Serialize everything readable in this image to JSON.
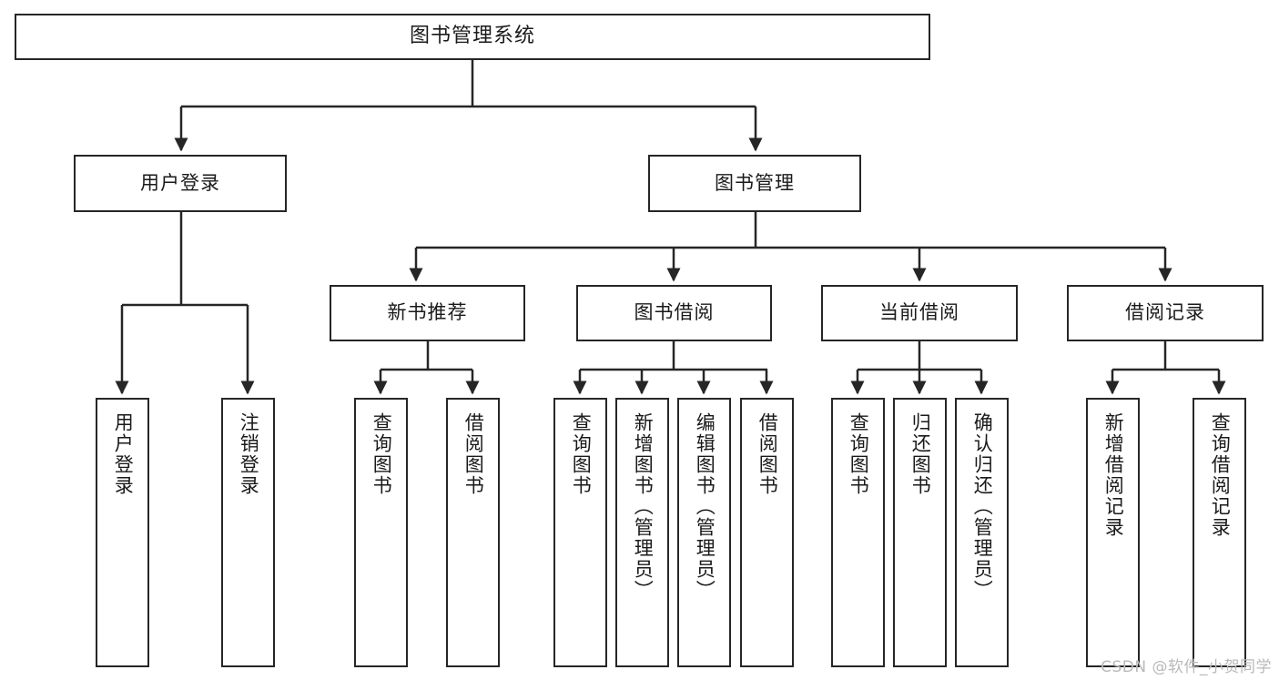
{
  "diagram": {
    "title": "图书管理系统",
    "watermark": "CSDN @软件_小贺同学",
    "type": "tree-hierarchy-diagram",
    "root": {
      "label": "图书管理系统"
    },
    "level1": [
      {
        "label": "用户登录"
      },
      {
        "label": "图书管理"
      }
    ],
    "level2": [
      {
        "label": "新书推荐"
      },
      {
        "label": "图书借阅"
      },
      {
        "label": "当前借阅"
      },
      {
        "label": "借阅记录"
      }
    ],
    "leaves": {
      "user_login": [
        {
          "label": "用户登录"
        },
        {
          "label": "注销登录"
        }
      ],
      "new_book": [
        {
          "label": "查询图书"
        },
        {
          "label": "借阅图书"
        }
      ],
      "book_borrow": [
        {
          "label": "查询图书"
        },
        {
          "label": "新增图书（管理员）"
        },
        {
          "label": "编辑图书（管理员）"
        },
        {
          "label": "借阅图书"
        }
      ],
      "current_borrow": [
        {
          "label": "查询图书"
        },
        {
          "label": "归还图书"
        },
        {
          "label": "确认归还（管理员）"
        }
      ],
      "borrow_record": [
        {
          "label": "新增借阅记录"
        },
        {
          "label": "查询借阅记录"
        }
      ]
    },
    "colors": {
      "border": "#262626",
      "background": "#ffffff",
      "text": "#1a1a1a",
      "watermark": "#b9b9b9"
    }
  }
}
